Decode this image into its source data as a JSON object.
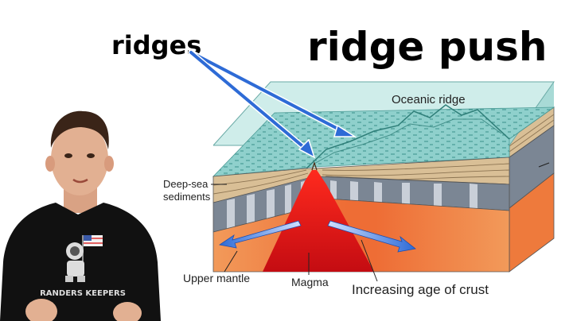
{
  "title": "ridge push",
  "pointer_label": "ridges",
  "diagram": {
    "block_label": "Oceanic ridge",
    "labels": {
      "sediments_line1": "Deep-sea",
      "sediments_line2": "sediments",
      "upper_mantle": "Upper mantle",
      "magma": "Magma",
      "crust_age": "Increasing age of crust"
    }
  },
  "presenter": {
    "shirt_text": "RANDERS KEEPERS"
  },
  "colors": {
    "ocean": "#8fd0cc",
    "sediment": "#d9bf96",
    "crust": "#7b8694",
    "mantle": "#ee7a3c",
    "magma": "#e01418",
    "arrow": "#2e6bd6"
  }
}
